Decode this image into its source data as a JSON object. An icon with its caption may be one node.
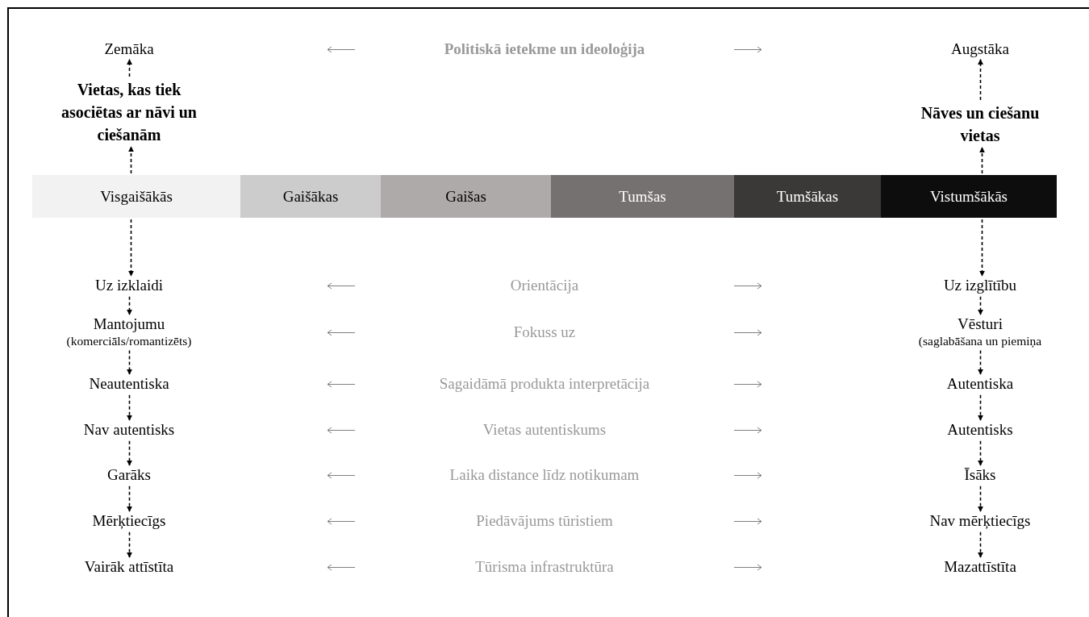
{
  "diagram": {
    "nodes": [
      {
        "text": [
          "Zemāka"
        ]
      },
      {
        "text": [
          "Politiskā ietekme un ideoloģija"
        ]
      },
      {
        "text": [
          "Augstāka"
        ]
      },
      {
        "text": [
          "Vietas, kas tiek asociētas ar nāvi un ciešanām"
        ]
      },
      {
        "text": [
          "Nāves un ciešanu vietas"
        ]
      },
      {
        "text": [
          "Visgaišākās"
        ]
      },
      {
        "text": [
          "Gaišākas"
        ]
      },
      {
        "text": [
          "Gaišas"
        ]
      },
      {
        "text": [
          "Tumšas"
        ]
      },
      {
        "text": [
          "Tumšākas"
        ]
      },
      {
        "text": [
          "Vistumšākās"
        ]
      },
      {
        "text": [
          "Uz izklaidi"
        ]
      },
      {
        "text": [
          "Orientācija"
        ]
      },
      {
        "text": [
          "Uz izglītību"
        ]
      },
      {
        "text": [
          "Mantojumu",
          "(komerciāls/romantizēts)"
        ]
      },
      {
        "text": [
          "Fokuss uz"
        ]
      },
      {
        "text": [
          "Vēsturi",
          "(saglabāšana un piemiņa"
        ]
      },
      {
        "text": [
          "Neautentiska"
        ]
      },
      {
        "text": [
          "Sagaidāmā produkta interpretācija"
        ]
      },
      {
        "text": [
          "Autentiska"
        ]
      },
      {
        "text": [
          "Nav autentisks"
        ]
      },
      {
        "text": [
          "Vietas autentiskums"
        ]
      },
      {
        "text": [
          "Autentisks"
        ]
      },
      {
        "text": [
          "Garāks"
        ]
      },
      {
        "text": [
          "Laika distance līdz notikumam"
        ]
      },
      {
        "text": [
          "Īsāks"
        ]
      },
      {
        "text": [
          "Mērķtiecīgs"
        ]
      },
      {
        "text": [
          "Piedāvājums tūristiem"
        ]
      },
      {
        "text": [
          "Nav mērķtiecīgs"
        ]
      },
      {
        "text": [
          "Vairāk attīstīta"
        ]
      },
      {
        "text": [
          "Tūrisma infrastruktūra"
        ]
      },
      {
        "text": [
          "Mazattīstīta"
        ]
      }
    ],
    "edges": [
      {
        "from": 3,
        "to": 0,
        "arrow": "to",
        "style": "dashed"
      },
      {
        "from": 5,
        "to": 3,
        "arrow": "to",
        "style": "dashed"
      },
      {
        "from": 4,
        "to": 2,
        "arrow": "to",
        "style": "dashed"
      },
      {
        "from": 10,
        "to": 4,
        "arrow": "to",
        "style": "dashed"
      },
      {
        "from": 5,
        "to": 11,
        "arrow": "to",
        "style": "dashed"
      },
      {
        "from": 10,
        "to": 13,
        "arrow": "to",
        "style": "dashed"
      },
      {
        "from": 11,
        "to": 14,
        "arrow": "to",
        "style": "dashed"
      },
      {
        "from": 14,
        "to": 17,
        "arrow": "to",
        "style": "dashed"
      },
      {
        "from": 17,
        "to": 20,
        "arrow": "to",
        "style": "dashed"
      },
      {
        "from": 20,
        "to": 23,
        "arrow": "to",
        "style": "dashed"
      },
      {
        "from": 23,
        "to": 26,
        "arrow": "to",
        "style": "dashed"
      },
      {
        "from": 26,
        "to": 29,
        "arrow": "to",
        "style": "dashed"
      },
      {
        "from": 13,
        "to": 16,
        "arrow": "to",
        "style": "dashed"
      },
      {
        "from": 16,
        "to": 19,
        "arrow": "to",
        "style": "dashed"
      },
      {
        "from": 19,
        "to": 22,
        "arrow": "to",
        "style": "dashed"
      },
      {
        "from": 22,
        "to": 25,
        "arrow": "to",
        "style": "dashed"
      },
      {
        "from": 25,
        "to": 28,
        "arrow": "to",
        "style": "dashed"
      },
      {
        "from": 28,
        "to": 31,
        "arrow": "to",
        "style": "dashed"
      }
    ]
  }
}
